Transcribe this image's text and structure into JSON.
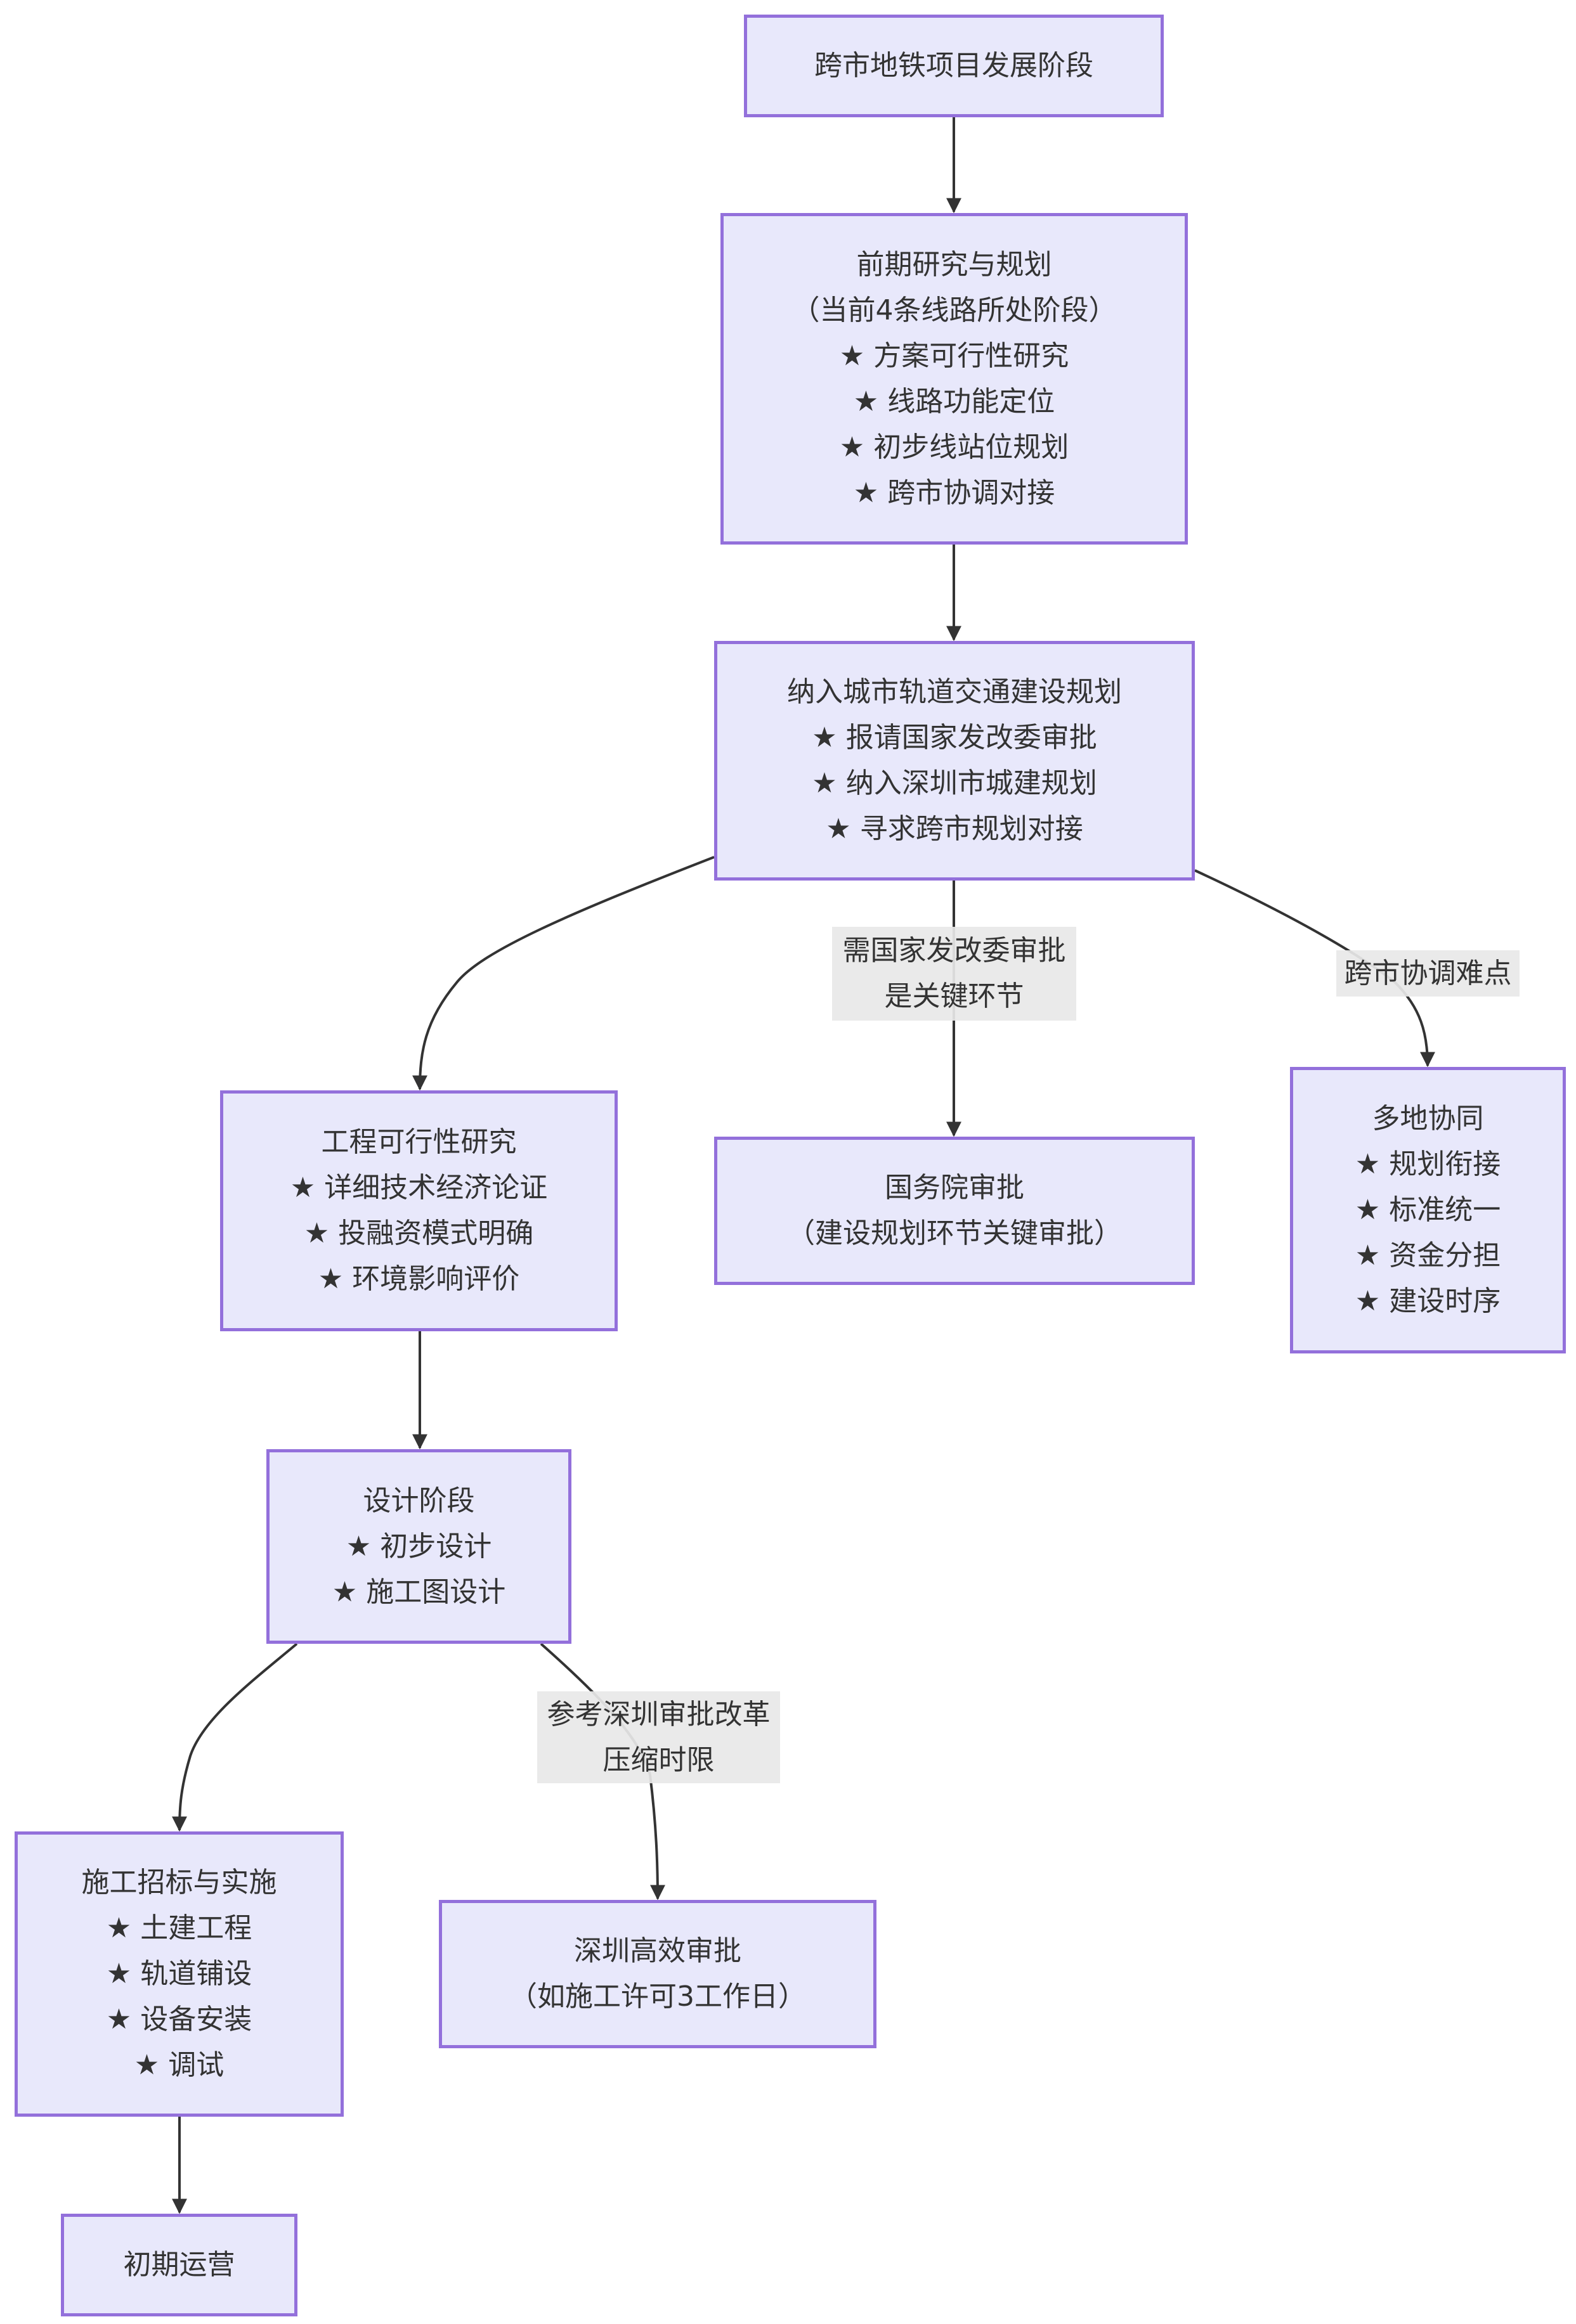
{
  "diagram": {
    "type": "flowchart",
    "direction": "top-down",
    "colors": {
      "node_fill": "#e8e8fb",
      "node_border": "#9370db",
      "edge": "#333333",
      "label_bg": "#e8e8e8",
      "text": "#333333"
    },
    "nodes": {
      "top": {
        "lines": [
          "跨市地铁项目发展阶段"
        ]
      },
      "prelim": {
        "lines": [
          "前期研究与规划",
          "（当前4条线路所处阶段）",
          "★ 方案可行性研究",
          "★ 线路功能定位",
          "★ 初步线站位规划",
          "★ 跨市协调对接"
        ]
      },
      "include": {
        "lines": [
          "纳入城市轨道交通建设规划",
          "★ 报请国家发改委审批",
          "★ 纳入深圳市城建规划",
          "★ 寻求跨市规划对接"
        ]
      },
      "feas": {
        "lines": [
          "工程可行性研究",
          "★ 详细技术经济论证",
          "★ 投融资模式明确",
          "★ 环境影响评价"
        ]
      },
      "state": {
        "lines": [
          "国务院审批",
          "（建设规划环节关键审批）"
        ]
      },
      "multi": {
        "lines": [
          "多地协同",
          "★ 规划衔接",
          "★ 标准统一",
          "★ 资金分担",
          "★ 建设时序"
        ]
      },
      "design": {
        "lines": [
          "设计阶段",
          "★ 初步设计",
          "★ 施工图设计"
        ]
      },
      "build": {
        "lines": [
          "施工招标与实施",
          "★ 土建工程",
          "★ 轨道铺设",
          "★ 设备安装",
          "★ 调试"
        ]
      },
      "sz": {
        "lines": [
          "深圳高效审批",
          "（如施工许可3工作日）"
        ]
      },
      "ops": {
        "lines": [
          "初期运营"
        ]
      }
    },
    "edge_labels": {
      "ndrc": {
        "lines": [
          "需国家发改委审批",
          "是关键环节"
        ]
      },
      "cross": {
        "lines": [
          "跨市协调难点"
        ]
      },
      "reform": {
        "lines": [
          "参考深圳审批改革",
          "压缩时限"
        ]
      }
    },
    "edges": [
      {
        "from": "top",
        "to": "prelim",
        "label": ""
      },
      {
        "from": "prelim",
        "to": "include",
        "label": ""
      },
      {
        "from": "include",
        "to": "feas",
        "label": ""
      },
      {
        "from": "include",
        "to": "state",
        "label": "需国家发改委审批 是关键环节"
      },
      {
        "from": "include",
        "to": "multi",
        "label": "跨市协调难点"
      },
      {
        "from": "feas",
        "to": "design",
        "label": ""
      },
      {
        "from": "design",
        "to": "build",
        "label": ""
      },
      {
        "from": "design",
        "to": "sz",
        "label": "参考深圳审批改革 压缩时限"
      },
      {
        "from": "build",
        "to": "ops",
        "label": ""
      }
    ]
  }
}
